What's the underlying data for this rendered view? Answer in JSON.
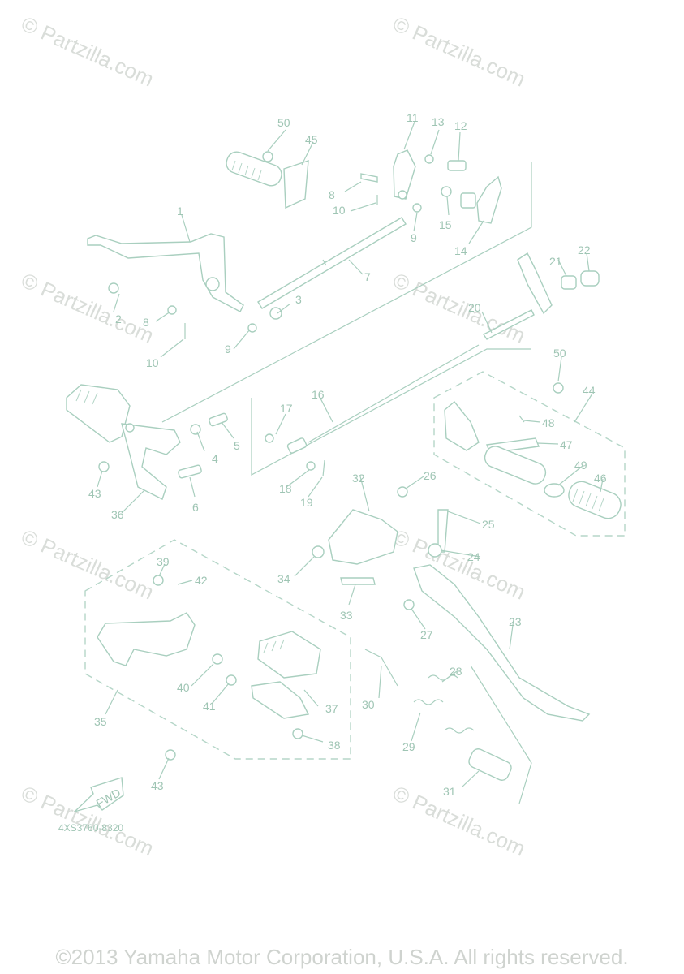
{
  "watermark": {
    "text": "© Partzilla.com"
  },
  "part_code": "4XS3760-8320",
  "copyright": "©2013 Yamaha Motor Corporation, U.S.A. All rights reserved.",
  "fwd_label": "FWD",
  "callouts": {
    "c1": "1",
    "c2": "2",
    "c3": "3",
    "c4": "4",
    "c5": "5",
    "c6": "6",
    "c7": "7",
    "c8a": "8",
    "c8b": "8",
    "c9a": "9",
    "c9b": "9",
    "c10a": "10",
    "c10b": "10",
    "c11": "11",
    "c12": "12",
    "c13": "13",
    "c14": "14",
    "c15": "15",
    "c16": "16",
    "c17": "17",
    "c18": "18",
    "c19": "19",
    "c20": "20",
    "c21": "21",
    "c22": "22",
    "c23": "23",
    "c24": "24",
    "c25": "25",
    "c26": "26",
    "c27": "27",
    "c28": "28",
    "c29": "29",
    "c30": "30",
    "c31": "31",
    "c32": "32",
    "c33": "33",
    "c34": "34",
    "c35": "35",
    "c36": "36",
    "c37": "37",
    "c38": "38",
    "c39": "39",
    "c40": "40",
    "c41": "41",
    "c42": "42",
    "c43a": "43",
    "c43b": "43",
    "c44": "44",
    "c45": "45",
    "c46": "46",
    "c47": "47",
    "c48": "48",
    "c49": "49",
    "c50a": "50",
    "c50b": "50"
  }
}
